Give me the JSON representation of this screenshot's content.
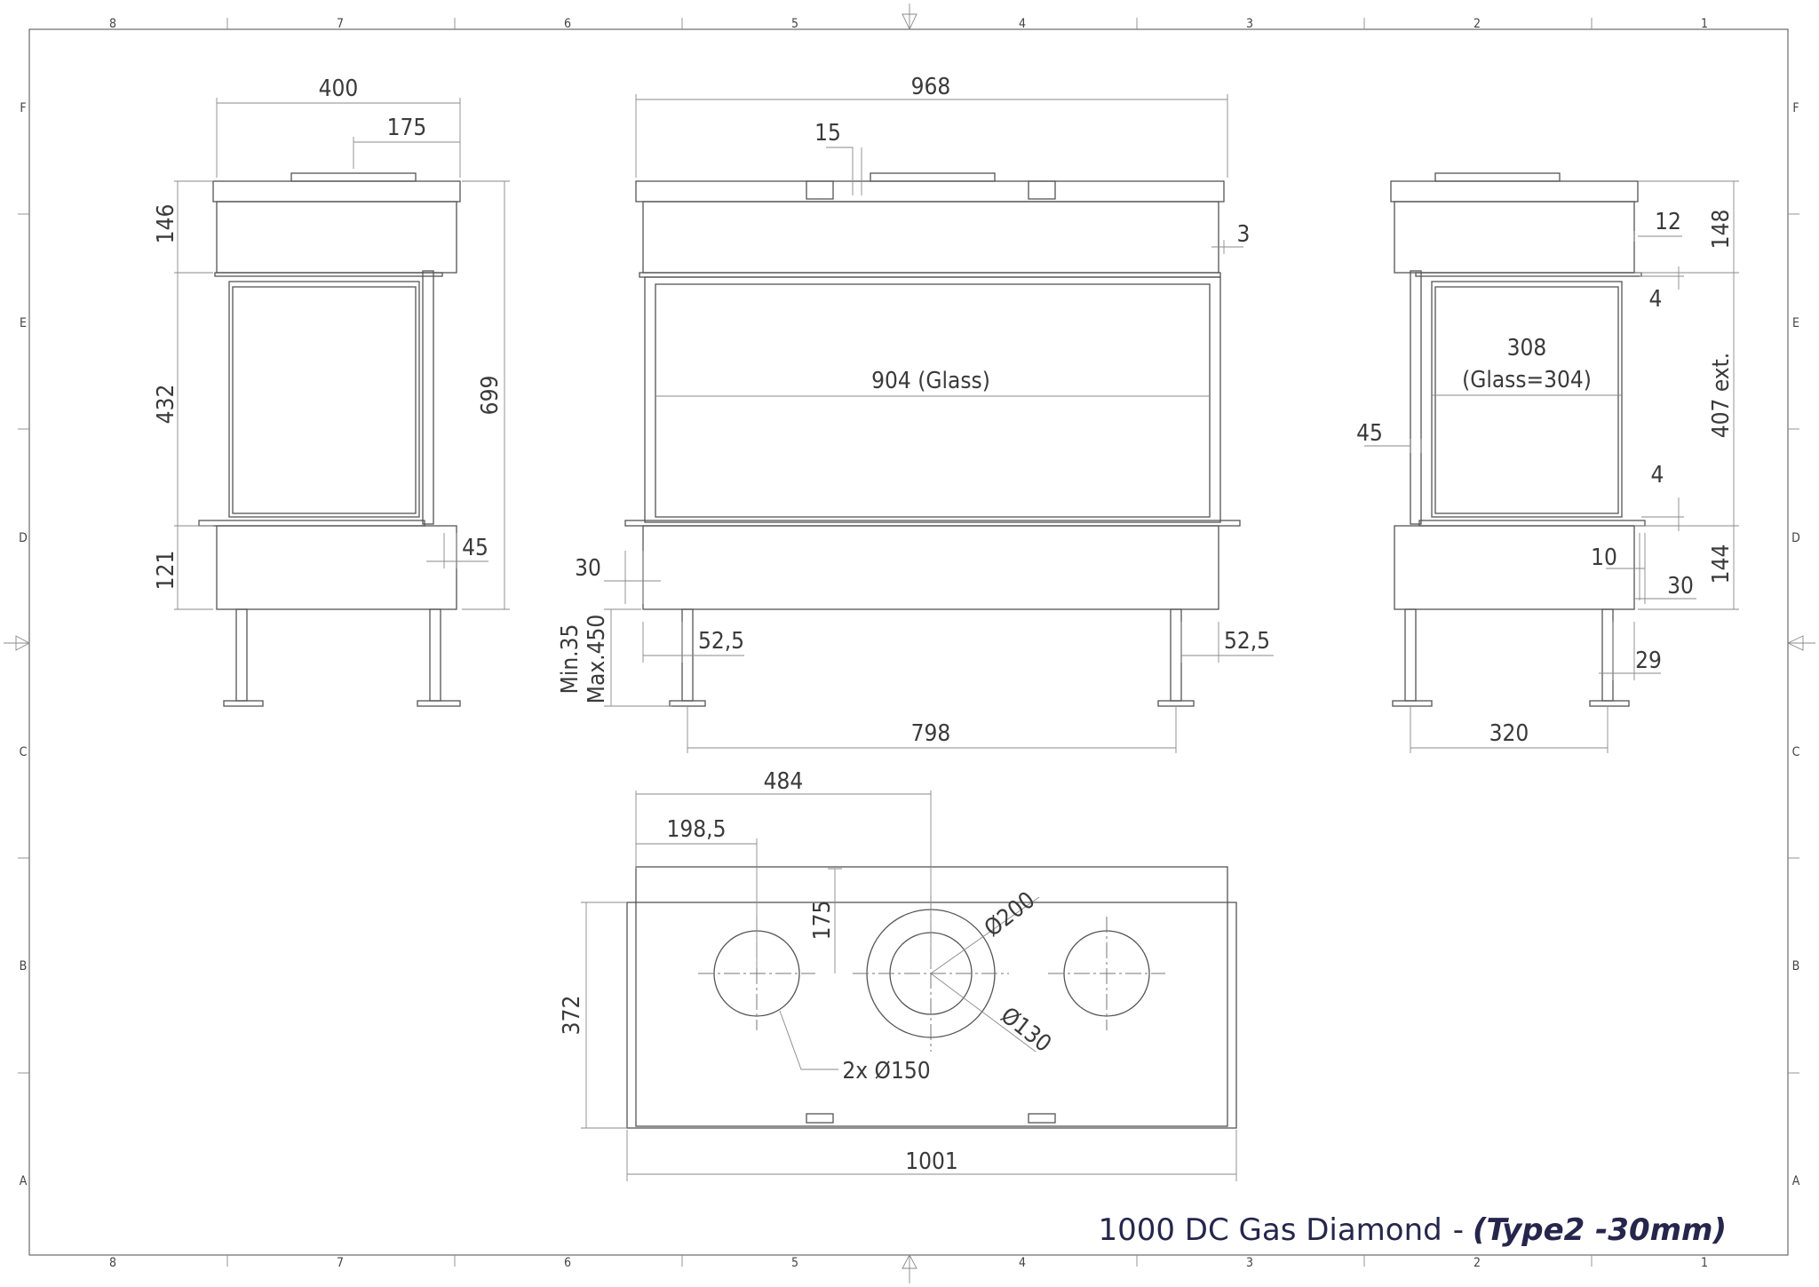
{
  "frame": {
    "columns": [
      "8",
      "7",
      "6",
      "5",
      "4",
      "3",
      "2",
      "1"
    ],
    "rows": [
      "F",
      "E",
      "D",
      "C",
      "B",
      "A"
    ]
  },
  "title": {
    "main": "1000 DC Gas Diamond",
    "separator": "-",
    "type": "(Type2 -30mm)"
  },
  "left_view": {
    "width_400": "400",
    "top_175": "175",
    "h_146": "146",
    "h_432": "432",
    "h_121": "121",
    "h_699": "699",
    "d_45": "45"
  },
  "front_view": {
    "width_968": "968",
    "d_15": "15",
    "d_3": "3",
    "glass_904": "904 (Glass)",
    "d_30": "30",
    "legs_min": "Min.35",
    "legs_max": "Max.450",
    "d_52_5_left": "52,5",
    "d_52_5_right": "52,5",
    "legs_798": "798"
  },
  "right_view": {
    "d_12": "12",
    "h_148": "148",
    "d_4_top": "4",
    "w_308": "308",
    "glass_304": "(Glass=304)",
    "h_407": "407 ext.",
    "d_45": "45",
    "d_4_bottom": "4",
    "d_10": "10",
    "h_144": "144",
    "d_30": "30",
    "d_29": "29",
    "legs_320": "320"
  },
  "top_view": {
    "d_484": "484",
    "d_198_5": "198,5",
    "d_175": "175",
    "dia_200": "Ø200",
    "dia_130": "Ø130",
    "dia_150": "2x Ø150",
    "h_372": "372",
    "w_1001": "1001"
  }
}
